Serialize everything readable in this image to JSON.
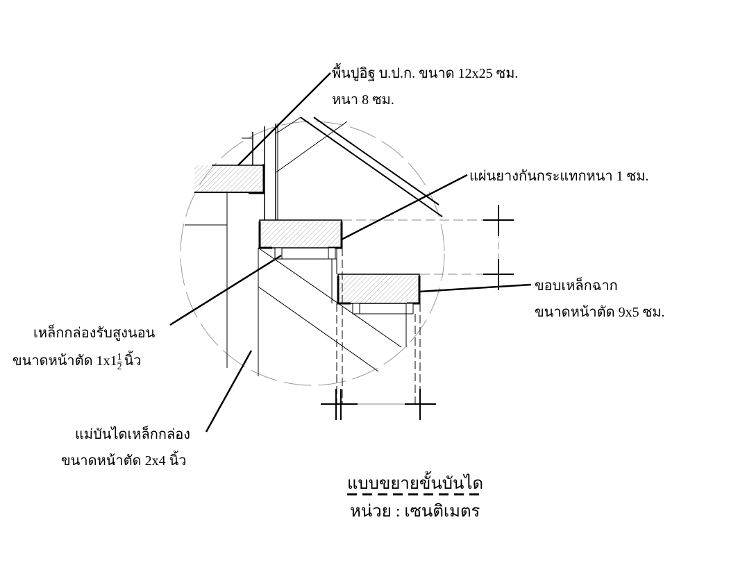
{
  "labels": {
    "paving": {
      "line1": "พื้นปูอิฐ บ.ป.ก. ขนาด  12x25 ซม.",
      "line2": "หนา  8  ซม."
    },
    "rubber_pad": {
      "line1": "แผ่นยางกันกระแทกหนา  1  ซม."
    },
    "angle_edge": {
      "line1": "ขอบเหล็กฉาก",
      "line2": "ขนาดหน้าตัด 9x5  ซม."
    },
    "support_tube": {
      "line1": "เหล็กกล่องรับสูงนอน",
      "line2_prefix": "ขนาดหน้าตัด  1x1",
      "frac_num": "1",
      "frac_den": "2",
      "line2_suffix": "นิ้ว"
    },
    "stringer": {
      "line1": "แม่บันไดเหล็กกล่อง",
      "line2": "ขนาดหน้าตัด 2x4  นิ้ว"
    }
  },
  "title": {
    "main": "แบบขยายขั้นบันได",
    "unit": "หน่วย : เซนติเมตร"
  },
  "colors": {
    "line": "#000000",
    "circle": "#999999",
    "hatch": "#aaaaaa"
  }
}
